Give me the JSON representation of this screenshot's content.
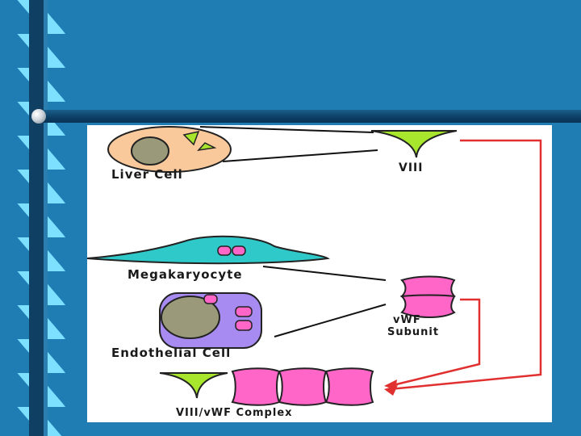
{
  "slide": {
    "colors": {
      "background": "#1f7db4",
      "ribbon_light": "#7ee0ff",
      "ribbon_dark": "#0f3f63",
      "divider": "#0d4770",
      "panel": "#ffffff",
      "arrow": "#e03030",
      "factor_viii": "#a8e62e",
      "vwf": "#ff66c8",
      "liver_cytoplasm": "#f9c99b",
      "nucleus": "#9a9a7a",
      "megakaryocyte": "#2fc9c9",
      "endothelial": "#a78bf0"
    }
  },
  "diagram": {
    "labels": {
      "liver_cell": "Liver Cell",
      "viii": "VIII",
      "megakaryocyte": "Megakaryocyte",
      "vwf_subunit_line1": "vWF",
      "vwf_subunit_line2": "Subunit",
      "endothelial_cell": "Endothelial Cell",
      "complex": "VIII/vWF Complex"
    }
  }
}
